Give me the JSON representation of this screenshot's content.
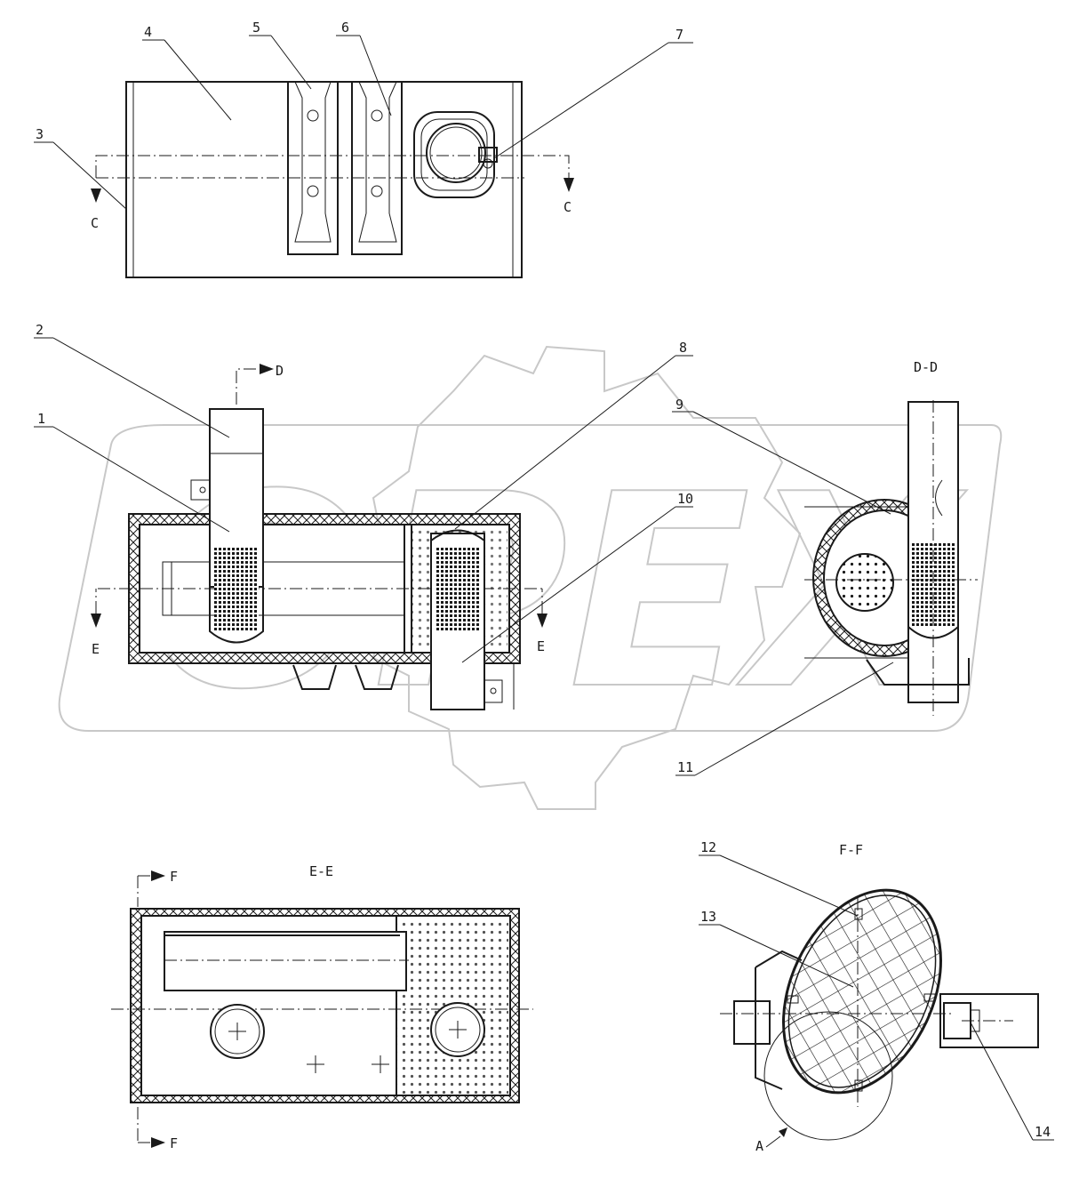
{
  "callouts": [
    "1",
    "2",
    "3",
    "4",
    "5",
    "6",
    "7",
    "8",
    "9",
    "10",
    "11",
    "12",
    "13",
    "14"
  ],
  "section_marks": {
    "c": "C",
    "d": "D",
    "e": "E",
    "f": "F",
    "a": "A"
  },
  "view_titles": {
    "dd": "D-D",
    "ee": "E-E",
    "ff": "F-F"
  },
  "watermark": "OPEX"
}
